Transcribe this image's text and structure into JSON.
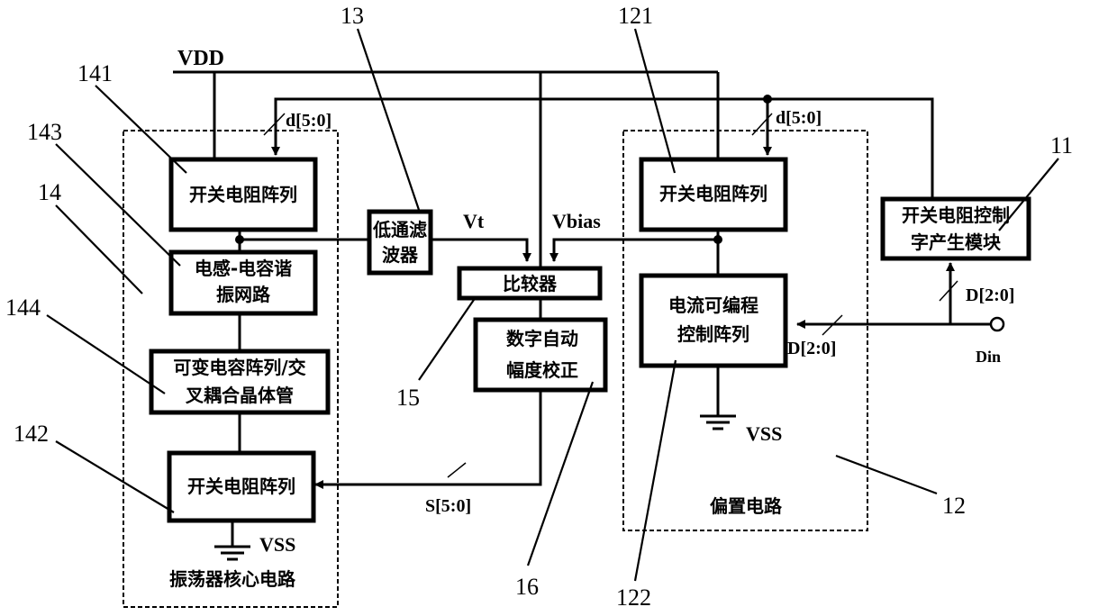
{
  "diagram": {
    "supply": {
      "vdd": "VDD",
      "vss": "VSS"
    },
    "blocks": {
      "osc_core_container": {
        "label": "振荡器核心电路",
        "ref": "14"
      },
      "osc_sw_res_top": {
        "label": "开关电阻阵列",
        "ref": "141"
      },
      "lc_tank": {
        "line1": "电感-电容谐",
        "line2": "振网路",
        "ref": "143"
      },
      "varactor_xcoupled": {
        "line1": "可变电容阵列/交",
        "line2": "叉耦合晶体管",
        "ref": "144"
      },
      "osc_sw_res_bottom": {
        "label": "开关电阻阵列",
        "ref": "142"
      },
      "lpf": {
        "line1": "低通滤",
        "line2": "波器",
        "ref": "13"
      },
      "comparator": {
        "label": "比较器",
        "ref": "15"
      },
      "amp_cal": {
        "line1": "数字自动",
        "line2": "幅度校正",
        "ref": "16"
      },
      "bias_container": {
        "label": "偏置电路",
        "ref": "12"
      },
      "bias_sw_res": {
        "label": "开关电阻阵列",
        "ref": "121"
      },
      "current_prog": {
        "line1": "电流可编程",
        "line2": "控制阵列",
        "ref": "122"
      },
      "ctrl_word_gen": {
        "line1": "开关电阻控制",
        "line2": "字产生模块",
        "ref": "11"
      }
    },
    "signals": {
      "d_left": "d[5:0]",
      "d_right": "d[5:0]",
      "vt": "Vt",
      "vbias": "Vbias",
      "s_bus": "S[5:0]",
      "D_up": "D[2:0]",
      "D_left": "D[2:0]",
      "din": "Din"
    }
  }
}
